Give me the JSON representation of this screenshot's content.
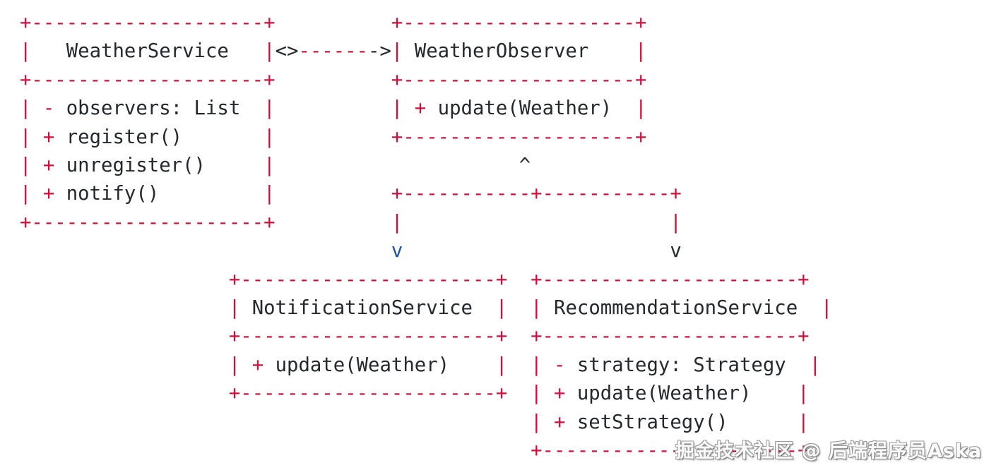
{
  "colors": {
    "background": "#ffffff",
    "red": "#d30d39",
    "ink": "#24292f",
    "blue": "#1e51a8",
    "watermark": "#fafafa"
  },
  "watermark": {
    "text": "掘金技术社区 @ 后端程序员Aska"
  },
  "uml": {
    "classes": [
      {
        "name": "WeatherService",
        "attributes": [
          "- observers: List"
        ],
        "methods": [
          "+ register()",
          "+ unregister()",
          "+ notify()"
        ]
      },
      {
        "name": "WeatherObserver",
        "attributes": [],
        "methods": [
          "+ update(Weather)"
        ]
      },
      {
        "name": "NotificationService",
        "attributes": [],
        "methods": [
          "+ update(Weather)"
        ]
      },
      {
        "name": "RecommendationService",
        "attributes": [
          "- strategy: Strategy"
        ],
        "methods": [
          "+ update(Weather)",
          "+ setStrategy()"
        ]
      }
    ],
    "relationships": [
      {
        "from": "WeatherService",
        "to": "WeatherObserver",
        "type": "aggregation",
        "notation": "<>------->"
      },
      {
        "from": "NotificationService",
        "to": "WeatherObserver",
        "type": "realization",
        "notation": "^ v"
      },
      {
        "from": "RecommendationService",
        "to": "WeatherObserver",
        "type": "realization",
        "notation": "^ v"
      }
    ]
  },
  "diagram": {
    "lines": [
      [
        {
          "t": "+--------------------+",
          "c": "red"
        },
        {
          "t": "          ",
          "c": "ink"
        },
        {
          "t": "+--------------------+",
          "c": "red"
        }
      ],
      [
        {
          "t": "|",
          "c": "red"
        },
        {
          "t": "   WeatherService   ",
          "c": "ink"
        },
        {
          "t": "|",
          "c": "red"
        },
        {
          "t": "<>",
          "c": "ink"
        },
        {
          "t": "------",
          "c": "red"
        },
        {
          "t": "->",
          "c": "ink"
        },
        {
          "t": "|",
          "c": "red"
        },
        {
          "t": " WeatherObserver    ",
          "c": "ink"
        },
        {
          "t": "|",
          "c": "red"
        }
      ],
      [
        {
          "t": "+--------------------+",
          "c": "red"
        },
        {
          "t": "          ",
          "c": "ink"
        },
        {
          "t": "+--------------------+",
          "c": "red"
        }
      ],
      [
        {
          "t": "| -",
          "c": "red"
        },
        {
          "t": " observers: List  ",
          "c": "ink"
        },
        {
          "t": "|",
          "c": "red"
        },
        {
          "t": "          ",
          "c": "ink"
        },
        {
          "t": "| +",
          "c": "red"
        },
        {
          "t": " update(Weather)  ",
          "c": "ink"
        },
        {
          "t": "|",
          "c": "red"
        }
      ],
      [
        {
          "t": "| +",
          "c": "red"
        },
        {
          "t": " register()       ",
          "c": "ink"
        },
        {
          "t": "|",
          "c": "red"
        },
        {
          "t": "          ",
          "c": "ink"
        },
        {
          "t": "+--------------------+",
          "c": "red"
        }
      ],
      [
        {
          "t": "| +",
          "c": "red"
        },
        {
          "t": " unregister()     ",
          "c": "ink"
        },
        {
          "t": "|",
          "c": "red"
        },
        {
          "t": "                     ",
          "c": "ink"
        },
        {
          "t": "^",
          "c": "ink"
        }
      ],
      [
        {
          "t": "| +",
          "c": "red"
        },
        {
          "t": " notify()         ",
          "c": "ink"
        },
        {
          "t": "|",
          "c": "red"
        },
        {
          "t": "          ",
          "c": "ink"
        },
        {
          "t": "+-----------+-----------+",
          "c": "red"
        }
      ],
      [
        {
          "t": "+--------------------+",
          "c": "red"
        },
        {
          "t": "          ",
          "c": "ink"
        },
        {
          "t": "|",
          "c": "red"
        },
        {
          "t": "                       ",
          "c": "ink"
        },
        {
          "t": "|",
          "c": "red"
        }
      ],
      [
        {
          "t": "                                ",
          "c": "ink"
        },
        {
          "t": "v",
          "c": "blue"
        },
        {
          "t": "                       ",
          "c": "ink"
        },
        {
          "t": "v",
          "c": "ink"
        }
      ],
      [
        {
          "t": "                  ",
          "c": "ink"
        },
        {
          "t": "+----------------------+",
          "c": "red"
        },
        {
          "t": "  ",
          "c": "ink"
        },
        {
          "t": "+----------------------+",
          "c": "red"
        }
      ],
      [
        {
          "t": "                  ",
          "c": "ink"
        },
        {
          "t": "|",
          "c": "red"
        },
        {
          "t": " NotificationService  ",
          "c": "ink"
        },
        {
          "t": "|",
          "c": "red"
        },
        {
          "t": "  ",
          "c": "ink"
        },
        {
          "t": "|",
          "c": "red"
        },
        {
          "t": " RecommendationService  ",
          "c": "ink"
        },
        {
          "t": "|",
          "c": "red"
        }
      ],
      [
        {
          "t": "                  ",
          "c": "ink"
        },
        {
          "t": "+----------------------+",
          "c": "red"
        },
        {
          "t": "  ",
          "c": "ink"
        },
        {
          "t": "+----------------------+",
          "c": "red"
        }
      ],
      [
        {
          "t": "                  ",
          "c": "ink"
        },
        {
          "t": "| +",
          "c": "red"
        },
        {
          "t": " update(Weather)    ",
          "c": "ink"
        },
        {
          "t": "|",
          "c": "red"
        },
        {
          "t": "  ",
          "c": "ink"
        },
        {
          "t": "| -",
          "c": "red"
        },
        {
          "t": " strategy: Strategy  ",
          "c": "ink"
        },
        {
          "t": "|",
          "c": "red"
        }
      ],
      [
        {
          "t": "                  ",
          "c": "ink"
        },
        {
          "t": "+----------------------+",
          "c": "red"
        },
        {
          "t": "  ",
          "c": "ink"
        },
        {
          "t": "| +",
          "c": "red"
        },
        {
          "t": " update(Weather)    ",
          "c": "ink"
        },
        {
          "t": "|",
          "c": "red"
        }
      ],
      [
        {
          "t": "                                            ",
          "c": "ink"
        },
        {
          "t": "| +",
          "c": "red"
        },
        {
          "t": " setStrategy()      ",
          "c": "ink"
        },
        {
          "t": "|",
          "c": "red"
        }
      ],
      [
        {
          "t": "                                            ",
          "c": "ink"
        },
        {
          "t": "+----------------------+",
          "c": "red"
        }
      ]
    ]
  }
}
